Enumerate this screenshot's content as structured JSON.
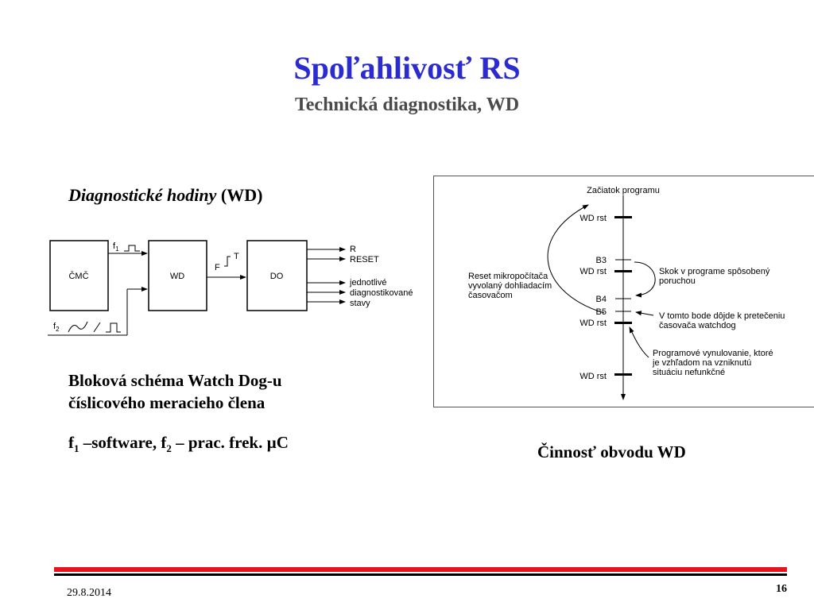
{
  "header": {
    "title": "Spoľahlivosť RS",
    "subtitle": "Technická diagnostika, WD"
  },
  "left": {
    "heading_italic": "Diagnostické hodiny",
    "heading_rest": " (WD)",
    "block": {
      "cmc": "ČMČ",
      "wd": "WD",
      "do": "DO",
      "f": "f",
      "sub1": "1",
      "sub2": "2",
      "F": "F",
      "T": "T",
      "out_r": "R",
      "out_reset": "RESET",
      "out_states_1": "jednotlivé",
      "out_states_2": "diagnostikované",
      "out_states_3": "stavy"
    },
    "caption_line1": "Bloková schéma Watch Dog-u",
    "caption_line2": "číslicového meracieho člena",
    "formula": {
      "f": "f",
      "sub1": "1",
      "part1": " –software, ",
      "sub2": "2",
      "part2": " – prac. frek. µC"
    }
  },
  "right": {
    "start": "Začiatok programu",
    "wdrst1": "WD rst",
    "b3": "B3",
    "wdrst2": "WD rst",
    "b4": "B4",
    "b5": "B5",
    "wdrst3": "WD rst",
    "wdrst4": "WD rst",
    "reset_note_1": "Reset mikropočítača",
    "reset_note_2": "vyvolaný dohliadacím",
    "reset_note_3": "časovačom",
    "jump_note_1": "Skok v programe spôsobený",
    "jump_note_2": "poruchou",
    "overflow_note_1": "V tomto bode dôjde k pretečeniu",
    "overflow_note_2": "časovača watchdog",
    "prog_note_1": "Programové vynulovanie, ktoré",
    "prog_note_2": "je vzhľadom na vzniknutú",
    "prog_note_3": "situáciu nefunkčné",
    "caption": "Činnosť obvodu WD"
  },
  "footer": {
    "date": "29.8.2014",
    "page": "16",
    "colors": {
      "red": "#e8141c",
      "black": "#000000"
    }
  }
}
